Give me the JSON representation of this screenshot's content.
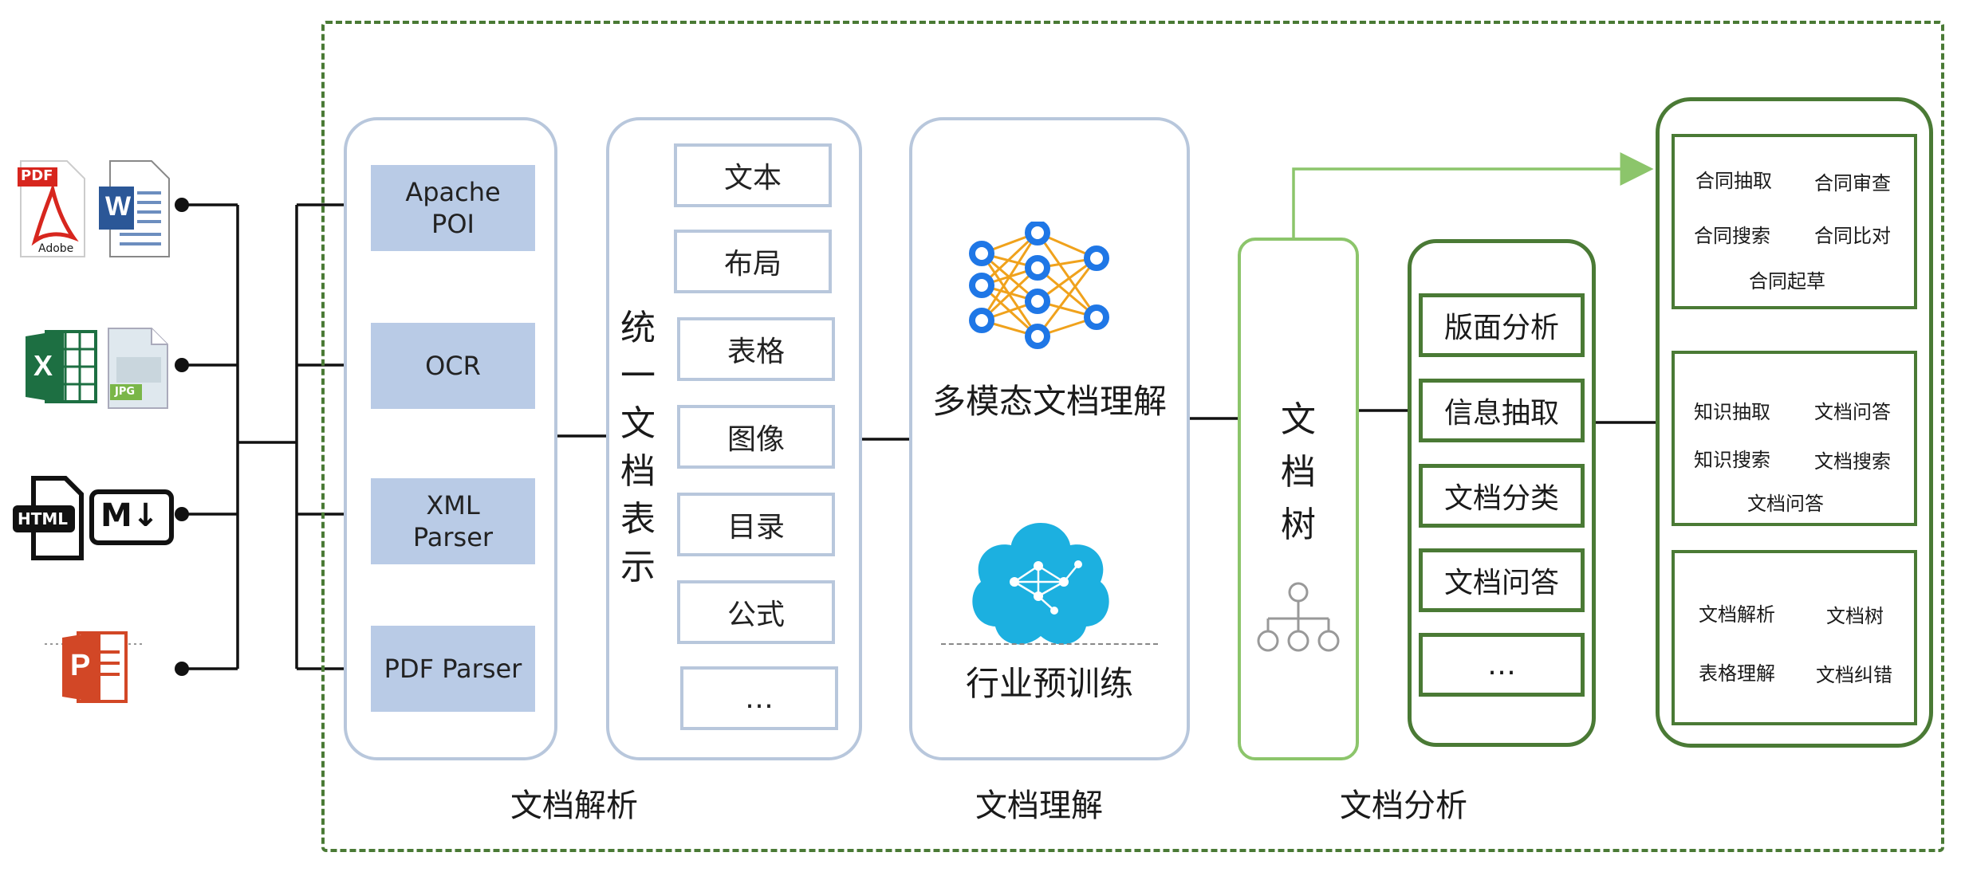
{
  "file_icons": {
    "pdf_label": "PDF",
    "adobe_label": "Adobe",
    "word_label": "W",
    "excel_label": "X",
    "jpg_label": "JPG",
    "html_label": "HTML",
    "markdown_label": "M↓",
    "ppt_label": "P"
  },
  "parsers": [
    "Apache\nPOI",
    "OCR",
    "XML\nParser",
    "PDF Parser"
  ],
  "unified": {
    "title_chars": [
      "统",
      "一",
      "文",
      "档",
      "表",
      "示"
    ],
    "items": [
      "文本",
      "布局",
      "表格",
      "图像",
      "目录",
      "公式",
      "…"
    ]
  },
  "understanding": {
    "multimodal": "多模态文档理解",
    "pretrain": "行业预训练"
  },
  "doc_tree": {
    "chars": [
      "文",
      "档",
      "树"
    ]
  },
  "analysis": {
    "items": [
      "版面分析",
      "信息抽取",
      "文档分类",
      "文档问答",
      "…"
    ]
  },
  "apps": {
    "group1": [
      "合同抽取",
      "合同审查",
      "合同搜索",
      "合同比对",
      "合同起草"
    ],
    "group2": [
      "知识抽取",
      "文档问答",
      "知识搜索",
      "文档搜索",
      "文档问答"
    ],
    "group3": [
      "文档解析",
      "文档树",
      "表格理解",
      "文档纠错"
    ]
  },
  "stage_labels": {
    "parsing": "文档解析",
    "understanding": "文档理解",
    "analysis": "文档分析"
  },
  "colors": {
    "panel_border": "#b8c7dc",
    "parser_fill": "#b9cbe6",
    "dark_green": "#4a7a35",
    "light_green": "#8cc56b",
    "node_blue": "#1f77e6",
    "node_orange": "#f0a21c",
    "cloud_cyan": "#1cb0e0"
  }
}
